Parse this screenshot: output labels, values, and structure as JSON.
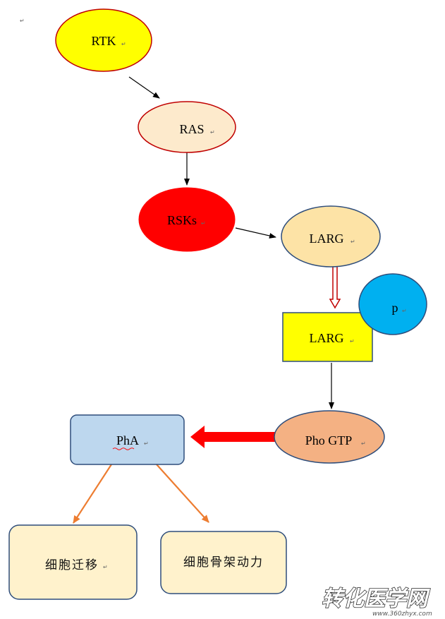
{
  "nodes": {
    "rtk": {
      "label": "RTK",
      "fill": "#ffff00",
      "stroke": "#c00000"
    },
    "ras": {
      "label": "RAS",
      "fill": "#fdeacc",
      "stroke": "#c00000"
    },
    "rsks": {
      "label": "RSKs",
      "fill": "#ff0000",
      "stroke": "#ff0000"
    },
    "larg_top": {
      "label": "LARG",
      "fill": "#fde3a6",
      "stroke": "#2e4d7b"
    },
    "p": {
      "label": "p",
      "fill": "#00b0f0",
      "stroke": "#2e4d7b"
    },
    "larg_box": {
      "label": "LARG",
      "fill": "#ffff00",
      "stroke": "#2e4d7b"
    },
    "pho_gtp": {
      "label": "Pho GTP",
      "fill": "#f4b183",
      "stroke": "#2e4d7b"
    },
    "pha": {
      "label": "PhA",
      "fill": "#bdd7ee",
      "stroke": "#2e4d7b"
    },
    "migration": {
      "label": "细胞迁移",
      "fill": "#fff2cc",
      "stroke": "#2e4d7b"
    },
    "cytoskeleton": {
      "label": "细胞骨架动力",
      "fill": "#fff2cc",
      "stroke": "#2e4d7b"
    }
  },
  "colors": {
    "arrow_black": "#000000",
    "arrow_red": "#ff0000",
    "arrow_hollow_red": "#c00000",
    "arrow_orange": "#ed7d31"
  },
  "watermark": {
    "text": "转化医学网",
    "sub": "www.360zhyx.com"
  }
}
